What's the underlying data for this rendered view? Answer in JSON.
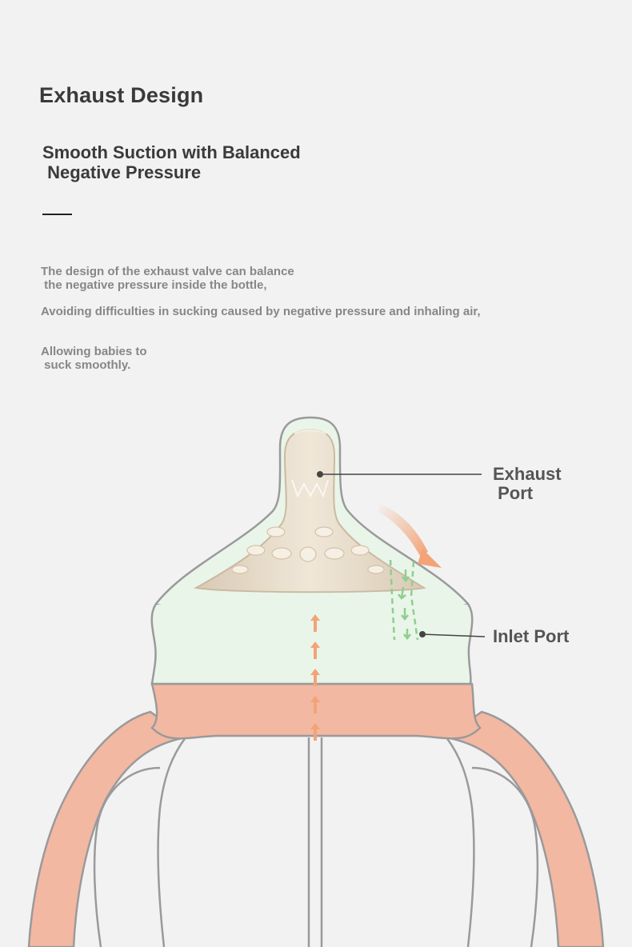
{
  "header": {
    "title": "Exhaust Design",
    "subtitle": "Smooth Suction with Balanced\n Negative Pressure"
  },
  "description": {
    "line1": "The design of the exhaust valve can balance\n the negative pressure inside the bottle,",
    "line2": "Avoiding difficulties in sucking caused by negative pressure and inhaling air,",
    "line3": "Allowing babies to\n suck smoothly."
  },
  "diagram": {
    "exhaust_label": "Exhaust\n Port",
    "inlet_label": "Inlet Port",
    "colors": {
      "nipple": "#e9dccb",
      "collar": "#e9f5e9",
      "handle": "#f3b8a2",
      "outline": "#9a9a9a",
      "arrow_orange": "#f3a377",
      "arrow_green": "#8fce8f"
    }
  }
}
